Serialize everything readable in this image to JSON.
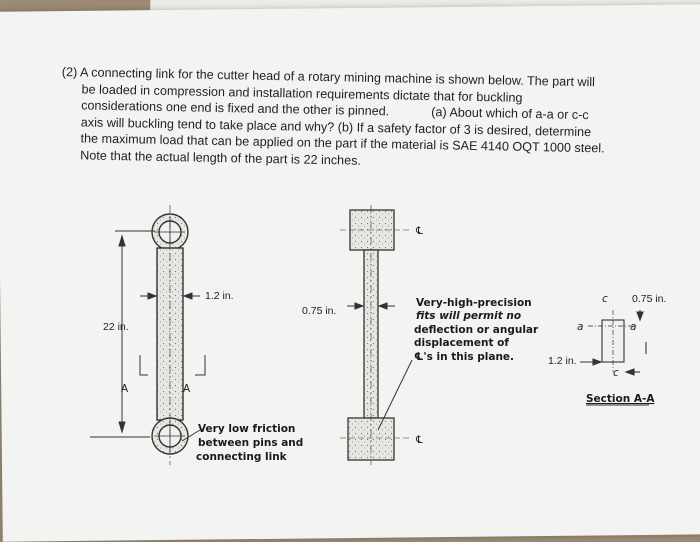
{
  "problem": {
    "line1": "(2) A connecting link for the cutter head of a rotary mining machine is shown below. The part will",
    "line2": "be loaded in compression and installation requirements dictate that for buckling",
    "line3": "considerations one end is fixed and the other is pinned.",
    "line3b": "(a) About which of a-a or c-c",
    "line4": "axis will buckling tend to take place and why? (b) If a safety factor of 3 is desired, determine",
    "line5": "the maximum load that can be applied on the part if the material is SAE 4140 OQT 1000 steel.",
    "line6": "Note that the actual length of the part is 22 inches."
  },
  "figure": {
    "left_view": {
      "dim_width": "1.2 in.",
      "dim_length": "22 in.",
      "section_mark": "A",
      "note_line1": "Very low friction",
      "note_line2": "between pins and",
      "note_line3": "connecting link"
    },
    "middle_view": {
      "dim_width": "0.75 in.",
      "centerline_symbol": "℄",
      "note_line1": "Very-high-precision",
      "note_line2": "fits will permit no",
      "note_line3": "deflection or angular",
      "note_line4": "displacement of",
      "note_line5": "℄'s in this plane."
    },
    "section": {
      "dim_width": "0.75 in.",
      "dim_height": "1.2 in.",
      "axis_c": "c",
      "axis_a": "a",
      "title": "Section A-A"
    }
  }
}
